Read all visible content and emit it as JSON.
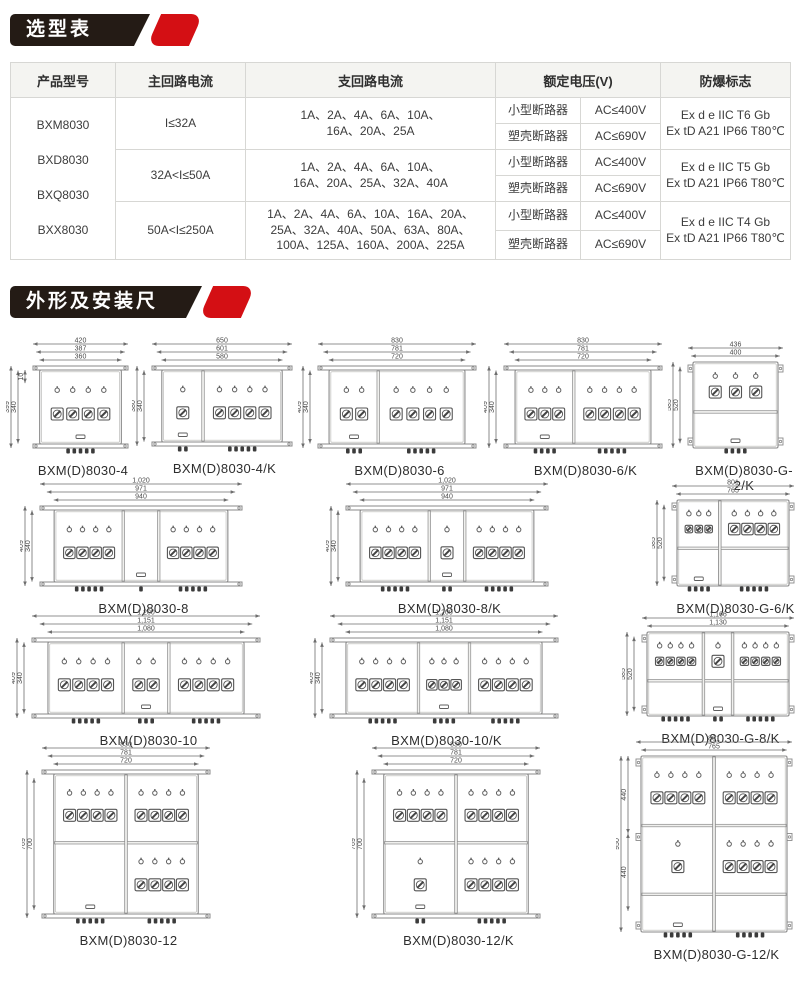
{
  "sections": {
    "selection_title": "选型表",
    "dimensions_title": "外形及安装尺寸"
  },
  "table": {
    "headers": {
      "model": "产品型号",
      "main_current": "主回路电流",
      "branch_current": "支回路电流",
      "voltage": "额定电压(V)",
      "ex_mark": "防爆标志"
    },
    "models": [
      "BXM8030",
      "BXD8030",
      "BXQ8030",
      "BXX8030"
    ],
    "rows": [
      {
        "main_current": "I≤32A",
        "branch_current": "1A、2A、4A、6A、10A、\n16A、20A、25A",
        "breakers": [
          {
            "type": "小型断路器",
            "voltage": "AC≤400V"
          },
          {
            "type": "塑壳断路器",
            "voltage": "AC≤690V"
          }
        ],
        "ex_mark": "Ex d e IIC T6 Gb\nEx tD A21 IP66 T80℃"
      },
      {
        "main_current": "32A<I≤50A",
        "branch_current": "1A、2A、4A、6A、10A、\n16A、20A、25A、32A、40A",
        "breakers": [
          {
            "type": "小型断路器",
            "voltage": "AC≤400V"
          },
          {
            "type": "塑壳断路器",
            "voltage": "AC≤690V"
          }
        ],
        "ex_mark": "Ex d e IIC T5 Gb\nEx tD A21 IP66 T80℃"
      },
      {
        "main_current": "50A<I≤250A",
        "branch_current": "1A、2A、4A、6A、10A、16A、20A、\n25A、32A、40A、50A、63A、80A、\n100A、125A、160A、200A、225A",
        "breakers": [
          {
            "type": "小型断路器",
            "voltage": "AC≤400V"
          },
          {
            "type": "塑壳断路器",
            "voltage": "AC≤690V"
          }
        ],
        "ex_mark": "Ex d e IIC T4 Gb\nEx tD A21 IP66 T80℃"
      }
    ]
  },
  "drawings": [
    {
      "label": "BXM(D)8030-4",
      "type": "h",
      "top_dims": [
        "420",
        "387",
        "360"
      ],
      "left_dims": [
        "399",
        "340",
        "10"
      ],
      "cells": [
        [
          {
            "l": 4,
            "s": 4,
            "h": 1
          }
        ]
      ]
    },
    {
      "label": "BXM(D)8030-4/K",
      "type": "h",
      "top_dims": [
        "650",
        "601",
        "580"
      ],
      "left_dims": [
        "380",
        "340"
      ],
      "cells": [
        [
          {
            "l": 1,
            "s": 1,
            "fx": 0.5,
            "h": 1
          },
          {
            "l": 4,
            "s": 4,
            "fx": 1
          }
        ]
      ]
    },
    {
      "label": "BXM(D)8030-6",
      "type": "h",
      "top_dims": [
        "830",
        "781",
        "720"
      ],
      "left_dims": [
        "409",
        "340"
      ],
      "cells": [
        [
          {
            "l": 2,
            "s": 2,
            "fx": 0.55,
            "h": 1
          },
          {
            "l": 4,
            "s": 4,
            "fx": 1
          }
        ]
      ]
    },
    {
      "label": "BXM(D)8030-6/K",
      "type": "h",
      "top_dims": [
        "830",
        "781",
        "720"
      ],
      "left_dims": [
        "409",
        "340"
      ],
      "cells": [
        [
          {
            "l": 3,
            "s": 3,
            "fx": 0.75,
            "h": 1
          },
          {
            "l": 4,
            "s": 4,
            "fx": 1
          }
        ]
      ]
    },
    {
      "label": "BXM(D)8030-G-2/K",
      "type": "v",
      "top_dims": [
        "436",
        "400"
      ],
      "left_dims": [
        "585",
        "520"
      ],
      "row_weights": [
        0.6,
        0.4
      ],
      "cells": [
        [
          {
            "l": 3,
            "s": 3
          }
        ],
        [
          {
            "h": 1
          }
        ]
      ]
    },
    {
      "label": "BXM(D)8030-8",
      "type": "h",
      "top_dims": [
        "1,020",
        "971",
        "940"
      ],
      "left_dims": [
        "409",
        "340"
      ],
      "cells": [
        [
          {
            "l": 4,
            "s": 4,
            "fx": 1
          },
          {
            "fx": 0.5,
            "h": 1
          },
          {
            "l": 4,
            "s": 4,
            "fx": 1
          }
        ]
      ]
    },
    {
      "label": "BXM(D)8030-8/K",
      "type": "h",
      "top_dims": [
        "1,020",
        "971",
        "940"
      ],
      "left_dims": [
        "409",
        "340"
      ],
      "cells": [
        [
          {
            "l": 4,
            "s": 4,
            "fx": 1
          },
          {
            "l": 1,
            "s": 1,
            "fx": 0.5,
            "h": 1
          },
          {
            "l": 4,
            "s": 4,
            "fx": 1
          }
        ]
      ]
    },
    {
      "label": "BXM(D)8030-G-6/K",
      "type": "v",
      "top_dims": [
        "801",
        "765"
      ],
      "left_dims": [
        "585",
        "520"
      ],
      "row_weights": [
        0.58,
        0.42
      ],
      "cells": [
        [
          {
            "l": 3,
            "s": 3,
            "fx": 0.6
          },
          {
            "l": 4,
            "s": 4,
            "fx": 1
          }
        ],
        [
          {
            "h": 1,
            "fx": 0.6
          },
          {
            "fx": 1
          }
        ]
      ]
    },
    {
      "label": "BXM(D)8030-10",
      "type": "h",
      "top_dims": [
        "1,200",
        "1,151",
        "1,080"
      ],
      "left_dims": [
        "409",
        "340"
      ],
      "cells": [
        [
          {
            "l": 4,
            "s": 4,
            "fx": 1
          },
          {
            "l": 2,
            "s": 2,
            "fx": 0.6,
            "h": 1
          },
          {
            "l": 4,
            "s": 4,
            "fx": 1
          }
        ]
      ]
    },
    {
      "label": "BXM(D)8030-10/K",
      "type": "h",
      "top_dims": [
        "1,200",
        "1,151",
        "1,080"
      ],
      "left_dims": [
        "409",
        "340"
      ],
      "cells": [
        [
          {
            "l": 4,
            "s": 4,
            "fx": 1
          },
          {
            "l": 3,
            "s": 3,
            "fx": 0.7,
            "h": 1
          },
          {
            "l": 4,
            "s": 4,
            "fx": 1
          }
        ]
      ]
    },
    {
      "label": "BXM(D)8030-G-8/K",
      "type": "v",
      "top_dims": [
        "1,166",
        "1,130"
      ],
      "left_dims": [
        "585",
        "520"
      ],
      "row_weights": [
        0.6,
        0.4
      ],
      "cells": [
        [
          {
            "l": 4,
            "s": 4,
            "fx": 1
          },
          {
            "l": 1,
            "s": 1,
            "fx": 0.5
          },
          {
            "l": 4,
            "s": 4,
            "fx": 1
          }
        ],
        [
          {
            "fx": 1
          },
          {
            "h": 1,
            "fx": 0.5
          },
          {
            "fx": 1
          }
        ]
      ]
    },
    {
      "label": "BXM(D)8030-12",
      "type": "h",
      "top_dims": [
        "830",
        "781",
        "720"
      ],
      "left_dims": [
        "769",
        "700"
      ],
      "row_weights": [
        0.5,
        0.5
      ],
      "cells": [
        [
          {
            "l": 4,
            "s": 4
          },
          {
            "l": 4,
            "s": 4
          }
        ],
        [
          {
            "h": 1
          },
          {
            "l": 4,
            "s": 4
          }
        ]
      ]
    },
    {
      "label": "BXM(D)8030-12/K",
      "type": "h",
      "top_dims": [
        "830",
        "781",
        "720"
      ],
      "left_dims": [
        "769",
        "700"
      ],
      "row_weights": [
        0.5,
        0.5
      ],
      "cells": [
        [
          {
            "l": 4,
            "s": 4
          },
          {
            "l": 4,
            "s": 4
          }
        ],
        [
          {
            "l": 1,
            "s": 1,
            "h": 1
          },
          {
            "l": 4,
            "s": 4
          }
        ]
      ]
    },
    {
      "label": "BXM(D)8030-G-12/K",
      "type": "v",
      "top_dims": [
        "801",
        "765"
      ],
      "left_dims": [
        "950",
        [
          "440",
          "440"
        ]
      ],
      "row_weights": [
        0.4,
        0.4,
        0.2
      ],
      "cells": [
        [
          {
            "l": 4,
            "s": 4
          },
          {
            "l": 4,
            "s": 4
          }
        ],
        [
          {
            "l": 1,
            "s": 1
          },
          {
            "l": 4,
            "s": 4
          }
        ],
        [
          {
            "h": 1
          },
          {}
        ]
      ]
    }
  ]
}
